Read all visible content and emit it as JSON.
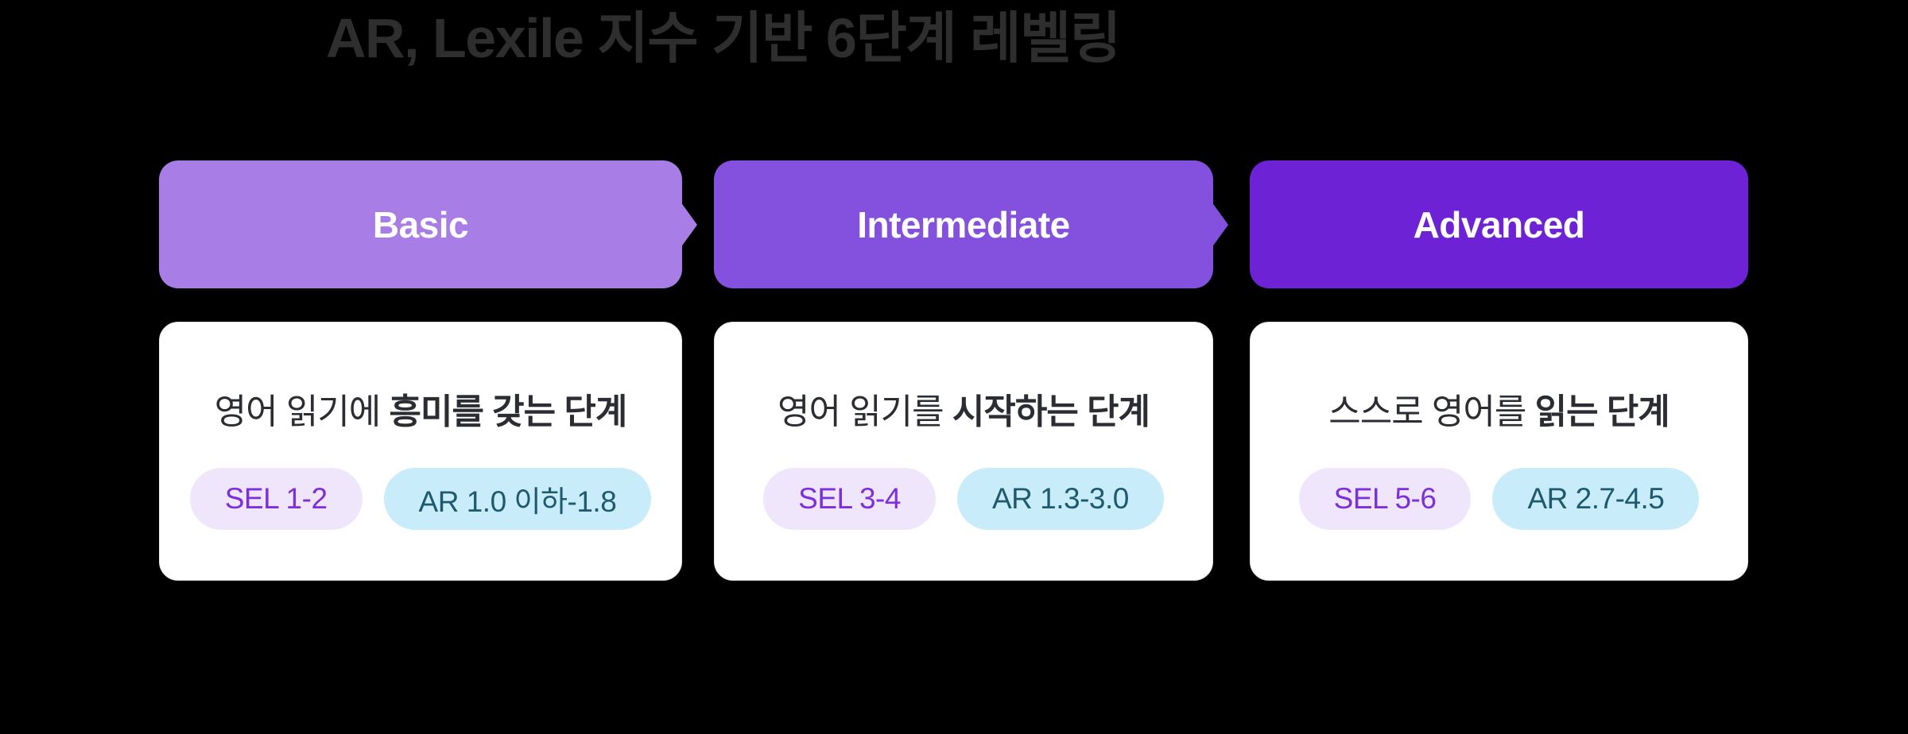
{
  "background": "#000000",
  "title": {
    "text": "AR, Lexile 지수 기반 6단계 레벨링",
    "color": "#2e2e2f"
  },
  "badge_theme": {
    "sel_bg": "#efe6fb",
    "sel_color": "#7b30dc",
    "ar_bg": "#c9ecfa",
    "ar_color": "#1e5a6e"
  },
  "levels": [
    {
      "name": "Basic",
      "color": "#a87de6",
      "description_regular": "영어 읽기에 ",
      "description_bold": "흥미를 갖는 단계",
      "sel_badge": "SEL 1-2",
      "ar_badge": "AR 1.0 이하-1.8"
    },
    {
      "name": "Intermediate",
      "color": "#8450de",
      "description_regular": "영어 읽기를 ",
      "description_bold": "시작하는 단계",
      "sel_badge": "SEL 3-4",
      "ar_badge": "AR 1.3-3.0"
    },
    {
      "name": "Advanced",
      "color": "#6d22d6",
      "description_regular": "스스로 영어를 ",
      "description_bold": "읽는 단계",
      "sel_badge": "SEL 5-6",
      "ar_badge": "AR 2.7-4.5"
    }
  ]
}
